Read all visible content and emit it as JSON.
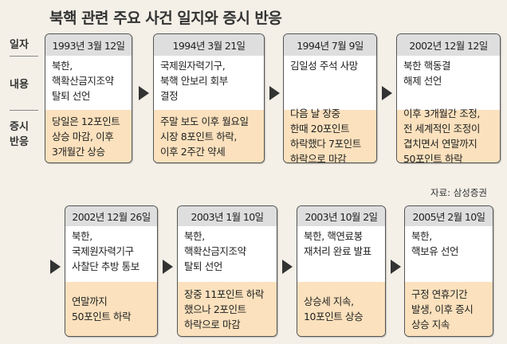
{
  "title": "북핵 관련 주요 사건 일지와 증시 반응",
  "row_labels": {
    "date": "일자",
    "content": "내용",
    "market": "증시\n반응"
  },
  "events": [
    {
      "date": "1993년 3월 12일",
      "content": "북한,\n핵확산금지조약\n탈퇴 선언",
      "market": "당일은 12포인트\n상승 마감, 이후\n3개월간 상승"
    },
    {
      "date": "1994년 3월 21일",
      "content": "국제원자력기구,\n북핵 안보리 회부\n결정",
      "market": "주말 보도 이후 월요일\n시장 8포인트 하락,\n이후 2주간 약세"
    },
    {
      "date": "1994년 7월 9일",
      "content": "김일성 주석 사망",
      "market": "다음 날 장중\n한때 20포인트\n하락했다 7포인트\n하락으로 마감"
    },
    {
      "date": "2002년 12월 12일",
      "content": "북한 핵동결\n해제 선언",
      "market": "이후 3개월간 조정,\n전 세계적인 조정이\n겹치면서 연말까지\n50포인트 하락"
    },
    {
      "date": "2002년 12월 26일",
      "content": "북한,\n국제원자력기구\n사찰단 추방 통보",
      "market": "연말까지\n50포인트 하락"
    },
    {
      "date": "2003년 1월 10일",
      "content": "북한,\n핵확산금지조약\n탈퇴 선언",
      "market": "장중 11포인트 하락\n했으나 2포인트\n하락으로 마감"
    },
    {
      "date": "2003년 10월 2일",
      "content": "북한, 핵연료봉\n재처리 완료 발표",
      "market": "상승세 지속,\n10포인트 상승"
    },
    {
      "date": "2005년 2월 10일",
      "content": "북한,\n핵보유 선언",
      "market": "구정 연휴기간\n발생, 이후 증시\n상승 지속"
    }
  ],
  "source": "자료: 삼성증권"
}
